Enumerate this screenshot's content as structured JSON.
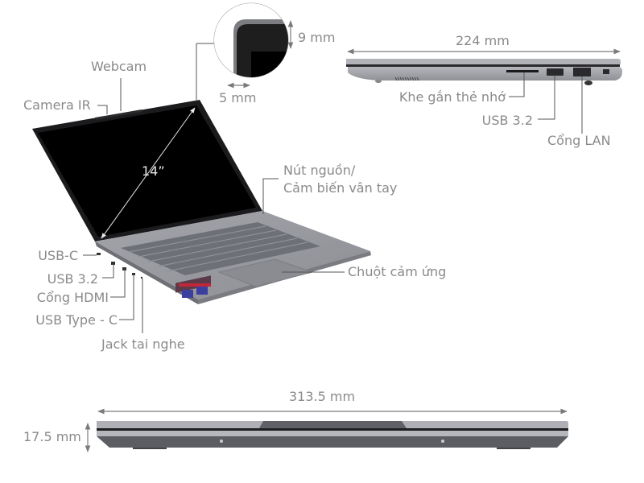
{
  "colors": {
    "label_text": "#8a8a8a",
    "leader_line": "#555555",
    "laptop_body": "#9a9ca3",
    "laptop_dark": "#5e6067",
    "screen": "#000000",
    "bezel": "#1a1a1c"
  },
  "views": {
    "perspective": {
      "labels": {
        "webcam": "Webcam",
        "camera_ir": "Camera IR",
        "screen_size": "14”",
        "power_fingerprint_line1": "Nút nguồn/",
        "power_fingerprint_line2": "Cảm biến vân tay",
        "touchpad": "Chuột cảm ứng",
        "usb_c": "USB-C",
        "usb_32": "USB 3.2",
        "hdmi": "Cổng HDMI",
        "usb_type_c": "USB Type - C",
        "headphone_jack": "Jack tai nghe"
      }
    },
    "bezel_detail": {
      "top_bezel": "9 mm",
      "side_bezel": "5 mm"
    },
    "side": {
      "depth": "224 mm",
      "labels": {
        "card_slot": "Khe gắn thẻ nhớ",
        "usb_32": "USB 3.2",
        "lan": "Cổng LAN"
      }
    },
    "front": {
      "width": "313.5 mm",
      "thickness": "17.5 mm"
    }
  }
}
